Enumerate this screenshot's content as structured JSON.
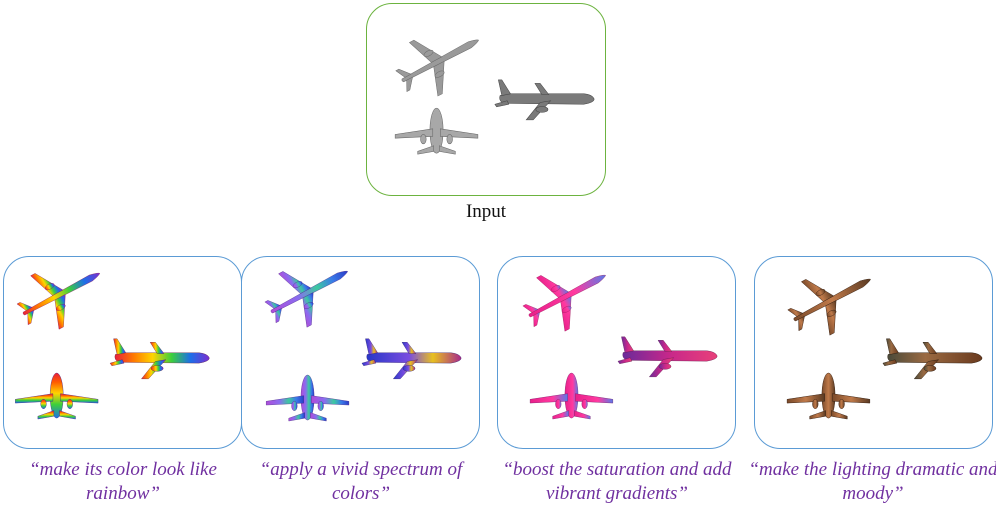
{
  "input": {
    "label": "Input"
  },
  "panels": [
    {
      "caption": "“make its color look like rainbow”"
    },
    {
      "caption": "“apply a vivid spectrum of colors”"
    },
    {
      "caption": "“boost the saturation and add vibrant gradients”"
    },
    {
      "caption": "“make the lighting dramatic and moody”"
    }
  ]
}
